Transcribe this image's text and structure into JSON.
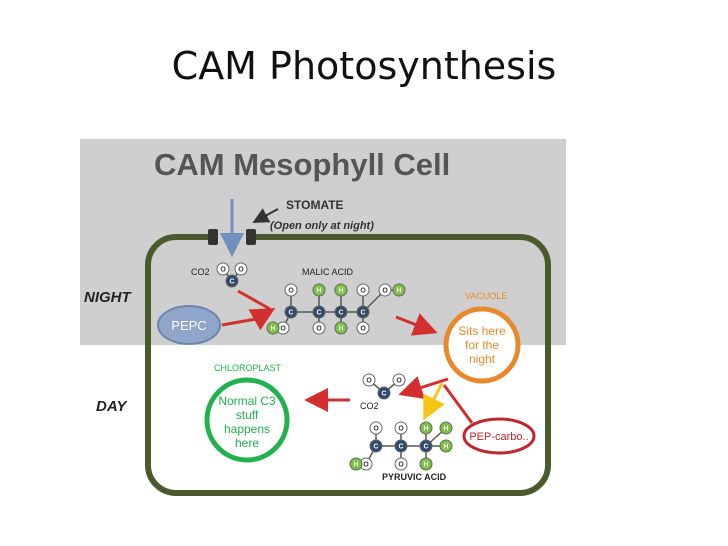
{
  "slide": {
    "title": "CAM Photosynthesis"
  },
  "diagram": {
    "title": "CAM Mesophyll Cell",
    "stomate": {
      "label": "STOMATE",
      "note": "(Open only at night)"
    },
    "phases": {
      "night": "NIGHT",
      "day": "DAY"
    },
    "molecules": {
      "co2_top": "CO2",
      "co2_bottom": "CO2",
      "malic_acid": "MALIC ACID",
      "pyruvic_acid": "PYRUVIC ACID"
    },
    "enzymes": {
      "pepc": "PEPC",
      "pep_carbo": "PEP-carbo.."
    },
    "vacuole": {
      "label": "VACUOLE",
      "lines": [
        "Sits here",
        "for the",
        "night"
      ]
    },
    "chloroplast": {
      "label": "CHLOROPLAST",
      "lines": [
        "Normal C3",
        "stuff",
        "happens",
        "here"
      ]
    },
    "atoms": {
      "oxygen": "O",
      "carbon": "C",
      "hydrogen": "H"
    },
    "colors": {
      "night_band": "#cfcfcf",
      "cell_wall": "#4a5a2c",
      "oxygen": "#ffffff",
      "carbon": "#2f4a6b",
      "hydrogen": "#7cc242",
      "arrow_red": "#d32f2f",
      "arrow_yellow": "#f5c518",
      "vacuole": "#e8892b",
      "chloroplast": "#22b24c",
      "pepc": "#8fa5c9",
      "pep_carbo": "#c0272d"
    }
  }
}
